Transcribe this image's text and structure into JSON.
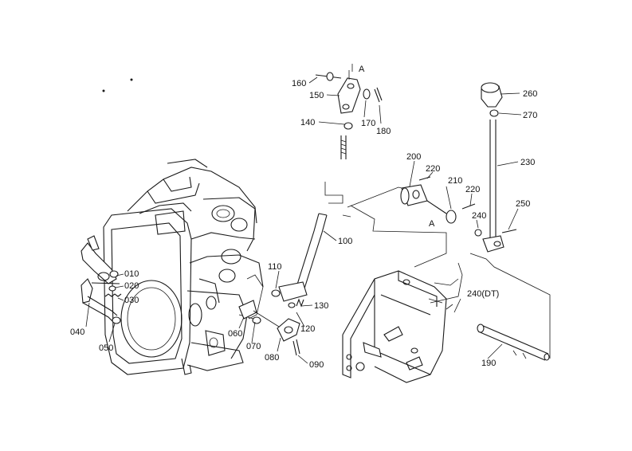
{
  "labels": {
    "p010": "010",
    "p020": "020",
    "p030": "030",
    "p040": "040",
    "p050": "050",
    "p060": "060",
    "p070": "070",
    "p080": "080",
    "p090": "090",
    "p100": "100",
    "p110": "110",
    "p120": "120",
    "p130": "130",
    "p140": "140",
    "p150": "150",
    "p160": "160",
    "p170": "170",
    "p180": "180",
    "p190": "190",
    "p200": "200",
    "p210": "210",
    "p220a": "220",
    "p220b": "220",
    "p230": "230",
    "p240": "240",
    "p240dt": "240(DT)",
    "p250": "250",
    "p260": "260",
    "p270": "270",
    "refA1": "A",
    "refA2": "A"
  }
}
